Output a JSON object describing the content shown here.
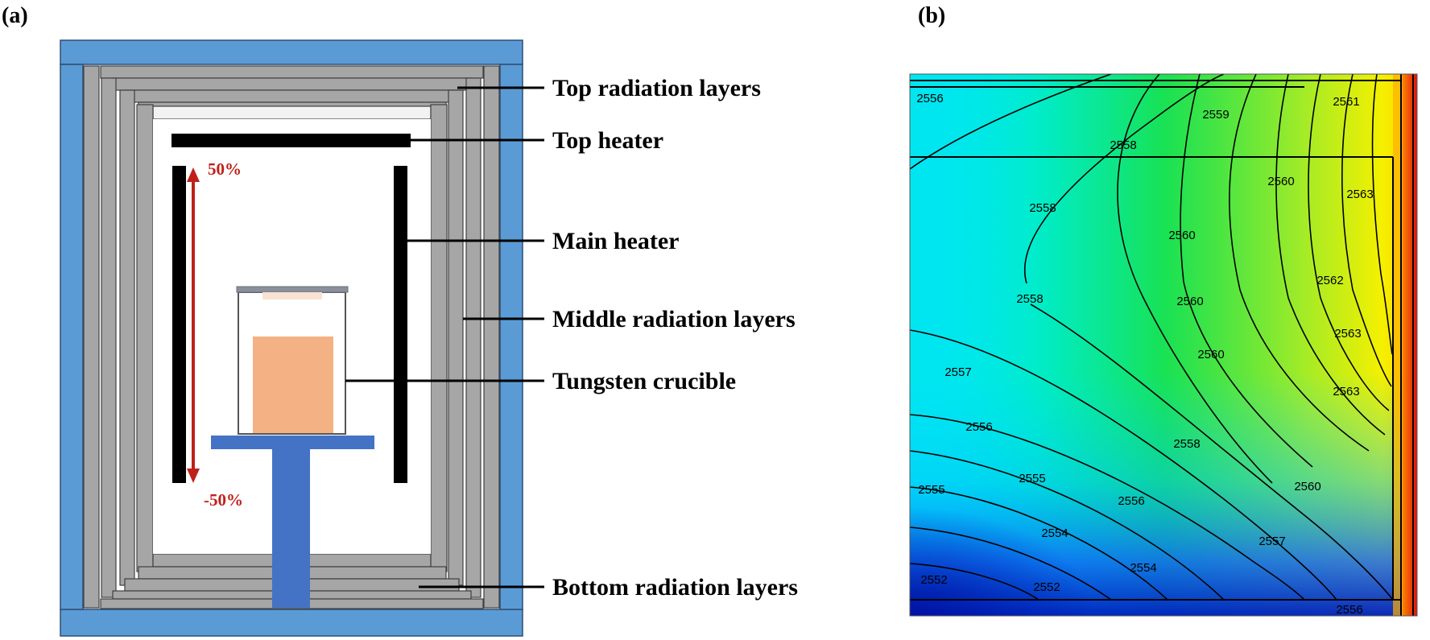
{
  "panels": {
    "a_label": "(a)",
    "b_label": "(b)"
  },
  "callouts": {
    "top_radiation": "Top radiation layers",
    "top_heater": "Top heater",
    "main_heater": "Main heater",
    "middle_radiation": "Middle radiation layers",
    "tungsten_crucible": "Tungsten crucible",
    "bottom_radiation": "Bottom radiation layers"
  },
  "heater_range": {
    "upper": "50%",
    "lower": "-50%"
  },
  "colors": {
    "insulation_blue": "#5b9bd5",
    "pedestal_blue": "#4472c4",
    "radiation_gray": "#a6a6a6",
    "heater_black": "#000000",
    "arrow_red": "#c0201a",
    "charge_orange": "#f4b183"
  },
  "contour_labels": [
    {
      "text": "2556"
    },
    {
      "text": "2559"
    },
    {
      "text": "2561"
    },
    {
      "text": "2558"
    },
    {
      "text": "2560"
    },
    {
      "text": "2563"
    },
    {
      "text": "2558"
    },
    {
      "text": "2560"
    },
    {
      "text": "2558"
    },
    {
      "text": "2560"
    },
    {
      "text": "2562"
    },
    {
      "text": "2563"
    },
    {
      "text": "2560"
    },
    {
      "text": "2557"
    },
    {
      "text": "2563"
    },
    {
      "text": "2556"
    },
    {
      "text": "2558"
    },
    {
      "text": "2555"
    },
    {
      "text": "2556"
    },
    {
      "text": "2560"
    },
    {
      "text": "2555"
    },
    {
      "text": "2554"
    },
    {
      "text": "2557"
    },
    {
      "text": "2554"
    },
    {
      "text": "2552"
    },
    {
      "text": "2552"
    },
    {
      "text": "2556"
    }
  ]
}
